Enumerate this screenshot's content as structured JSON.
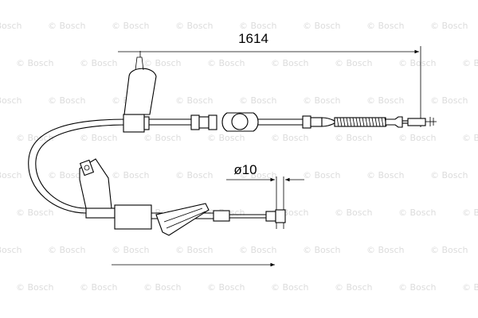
{
  "watermark": {
    "text": "© Bosch"
  },
  "dimensions": {
    "overall_length": "1614",
    "diameter": "ø10"
  },
  "colors": {
    "line": "#000000",
    "watermark": "#dcdcdc",
    "background": "#ffffff"
  }
}
